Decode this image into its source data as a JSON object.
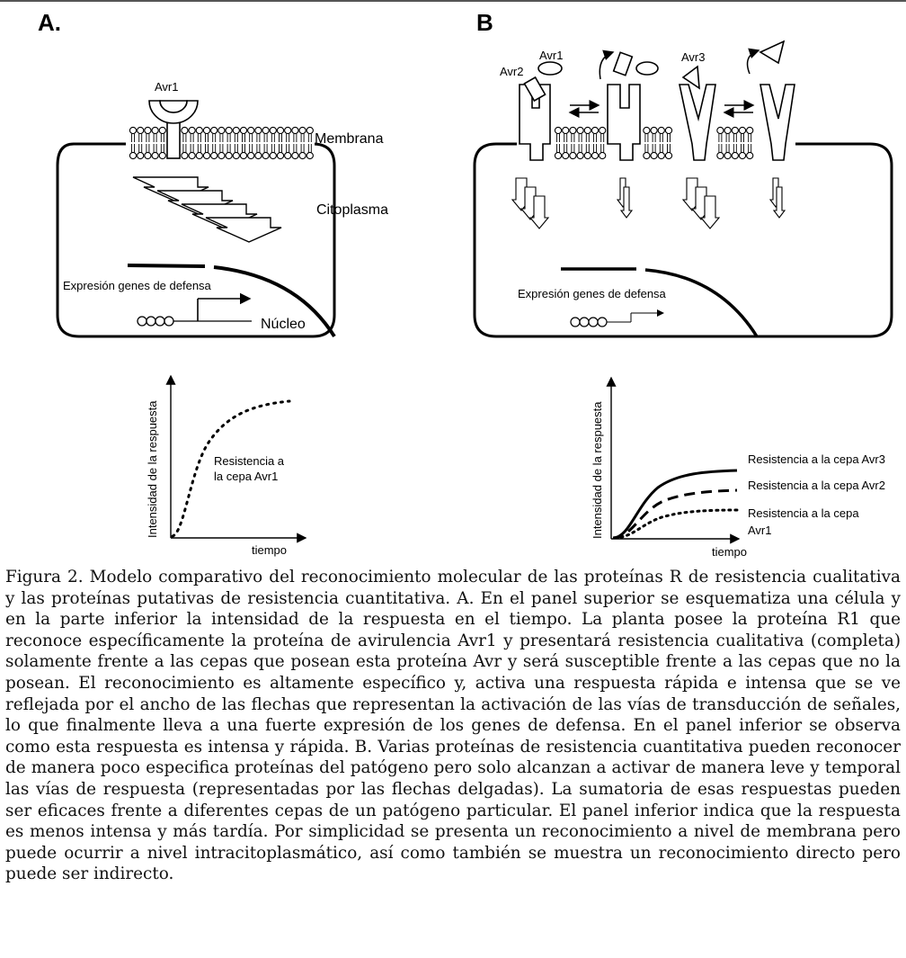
{
  "panel_a": {
    "letter": "A.",
    "ligand": "Avr1",
    "membrane": "Membrana",
    "cytoplasm": "Citoplasma",
    "expression": "Expresión genes de defensa",
    "nucleus": "Núcleo",
    "graph": {
      "ylabel": "Intensidad de la respuesta",
      "xlabel": "tiempo",
      "curve_label_line1": "Resistencia a",
      "curve_label_line2": "la cepa Avr1"
    }
  },
  "panel_b": {
    "letter": "B",
    "ligands": [
      "Avr2",
      "Avr1",
      "Avr3"
    ],
    "expression": "Expresión genes de defensa",
    "graph": {
      "ylabel": "Intensidad de la respuesta",
      "xlabel": "tiempo",
      "curves": [
        {
          "label": "Resistencia a la cepa Avr3",
          "style": "solid"
        },
        {
          "label": "Resistencia a la cepa Avr2",
          "style": "dashed"
        },
        {
          "label_line1": "Resistencia a la cepa",
          "label_line2": "Avr1",
          "style": "dotted"
        }
      ]
    }
  },
  "caption": "Figura 2. Modelo comparativo del reconocimiento molecular de las proteínas R de resistencia cualitativa y las proteínas putativas de resistencia cuantitativa. A. En el panel superior se esquematiza una célula y en la parte inferior la intensidad de la respuesta en el tiempo. La planta posee la proteína R1 que reconoce específicamente la proteína de avirulencia Avr1 y presentará resistencia cualitativa (completa) solamente frente a las cepas que posean esta proteína Avr y será susceptible frente a las cepas que no la posean. El reconocimiento es altamente específico y, activa una respuesta rápida e intensa que se ve reflejada por el ancho de las flechas que representan la activación de las vías de transducción de señales, lo que finalmente lleva a una fuerte expresión de los genes de defensa. En el panel inferior se observa como esta respuesta es intensa y rápida. B. Varias proteínas de resistencia cuantitativa pueden reconocer de manera poco especifica proteínas del patógeno pero solo alcanzan a activar de manera leve y temporal las vías de respuesta (representadas por las flechas delgadas). La sumatoria de esas respuestas pueden ser eficaces frente a diferentes cepas de un patógeno particular. El panel inferior indica que la respuesta es menos intensa y más tardía. Por simplicidad se presenta un reconocimiento a nivel de membrana pero puede ocurrir a nivel intracitoplasmático, así como también se muestra un reconocimiento directo pero puede ser indirecto."
}
